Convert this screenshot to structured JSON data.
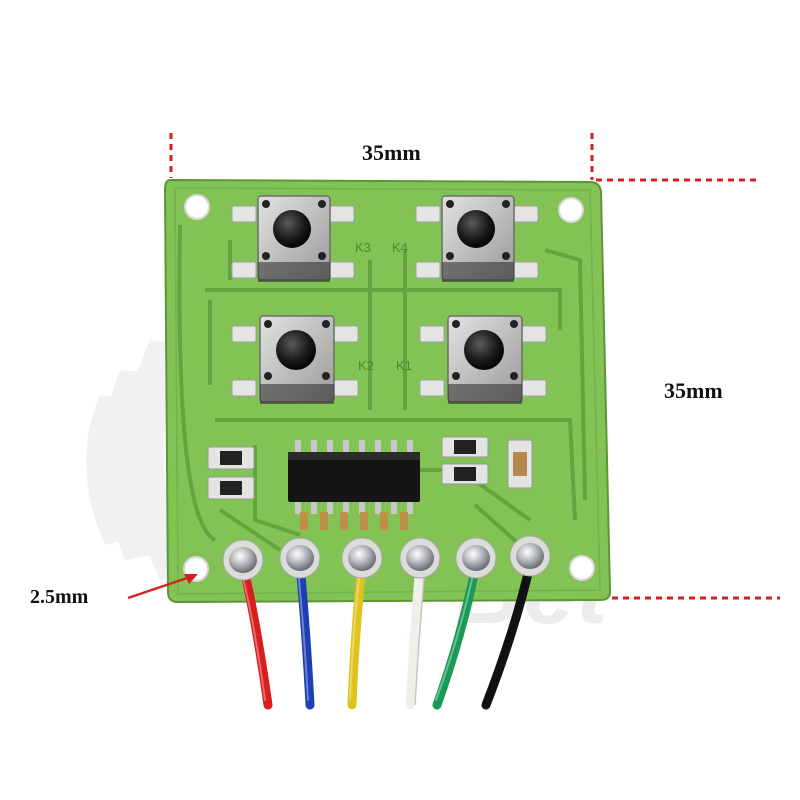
{
  "dimensions": {
    "width_label": "35mm",
    "height_label": "35mm",
    "hole_label": "2.5mm"
  },
  "watermark": {
    "text": "Bet"
  },
  "board": {
    "silkscreen_labels": [
      "K3",
      "K4",
      "K2",
      "K1"
    ],
    "button_count": 4,
    "wire_colors": [
      "#d81e1e",
      "#1e3fb4",
      "#e0c21c",
      "#f0f0ea",
      "#1a9a56",
      "#111111"
    ]
  },
  "colors": {
    "pcb": "#7fbf52",
    "pcb_dark": "#5f9e3c",
    "dimension_lines": "#d42020"
  }
}
